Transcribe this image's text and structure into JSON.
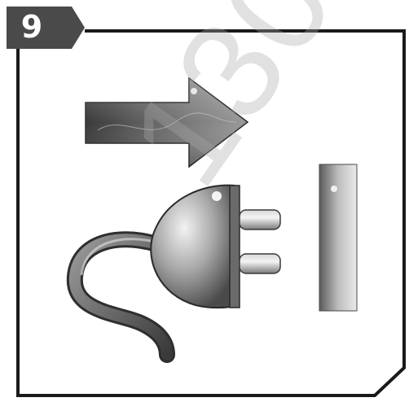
{
  "step": {
    "number": "9"
  },
  "watermark": {
    "text": "130."
  },
  "illustration": {
    "arrow": {
      "icon": "right-arrow-icon",
      "direction": "right"
    },
    "plug": {
      "icon": "electric-plug-icon"
    },
    "socket": {
      "icon": "wall-socket-icon"
    }
  },
  "colors": {
    "badge": "#4a4a4a",
    "frame": "#1a1a1a",
    "background": "#ffffff"
  }
}
